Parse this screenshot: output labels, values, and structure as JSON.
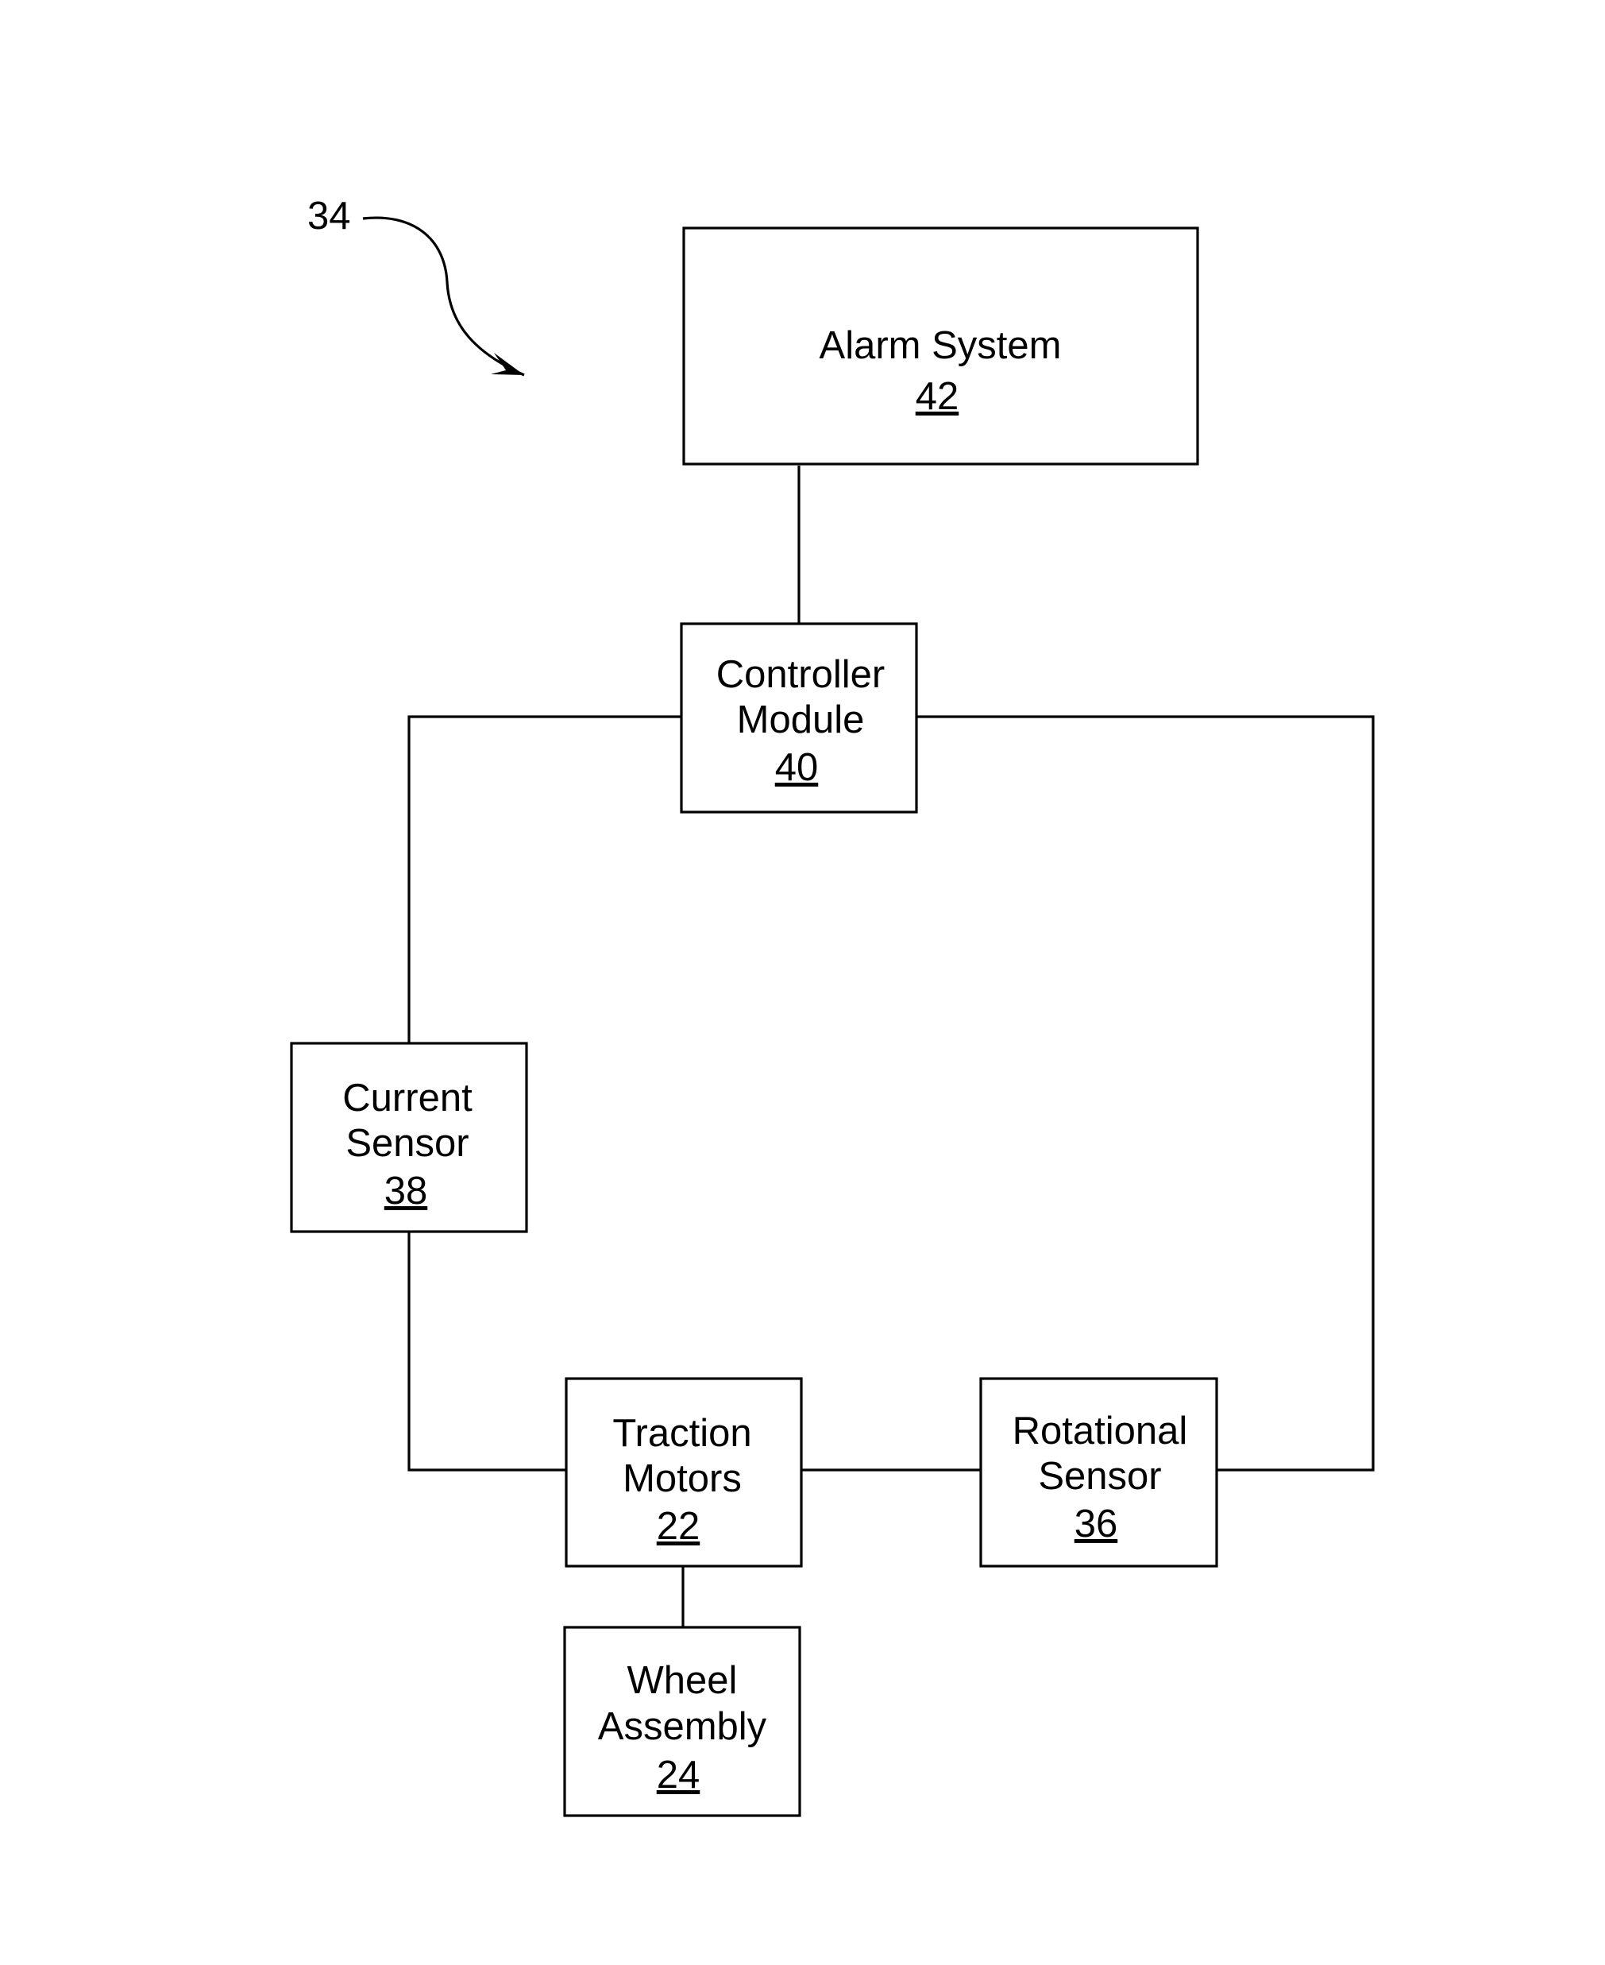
{
  "figure": {
    "reference_numeral": "34"
  },
  "blocks": {
    "alarm_system": {
      "lines": [
        "Alarm System"
      ],
      "ref": "42"
    },
    "controller_module": {
      "lines": [
        "Controller",
        "Module"
      ],
      "ref": "40"
    },
    "current_sensor": {
      "lines": [
        "Current",
        "Sensor"
      ],
      "ref": "38"
    },
    "traction_motors": {
      "lines": [
        "Traction",
        "Motors"
      ],
      "ref": "22"
    },
    "rotational_sensor": {
      "lines": [
        "Rotational",
        "Sensor"
      ],
      "ref": "36"
    },
    "wheel_assembly": {
      "lines": [
        "Wheel",
        "Assembly"
      ],
      "ref": "24"
    }
  },
  "connections": [
    {
      "from": "alarm_system",
      "to": "controller_module"
    },
    {
      "from": "controller_module",
      "to": "current_sensor"
    },
    {
      "from": "controller_module",
      "to": "rotational_sensor"
    },
    {
      "from": "current_sensor",
      "to": "traction_motors"
    },
    {
      "from": "traction_motors",
      "to": "rotational_sensor"
    },
    {
      "from": "traction_motors",
      "to": "wheel_assembly"
    }
  ]
}
